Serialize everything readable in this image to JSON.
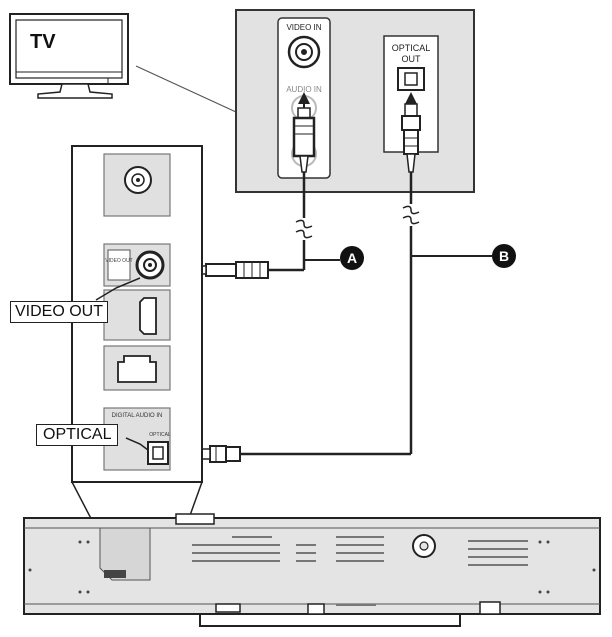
{
  "diagram": {
    "tv_label": "TV",
    "tv_panel": {
      "video_in_label": "VIDEO IN",
      "audio_in_label": "AUDIO IN",
      "optical_out_label_line1": "OPTICAL",
      "optical_out_label_line2": "OUT"
    },
    "unit_panel": {
      "video_jack_label": "VIDEO OUT",
      "digital_audio_label": "DIGITAL AUDIO IN",
      "optical_jack_small_label": "OPTICAL"
    },
    "callouts": {
      "video_out": "VIDEO OUT",
      "optical": "OPTICAL"
    },
    "cable_markers": {
      "a": "A",
      "b": "B"
    }
  }
}
